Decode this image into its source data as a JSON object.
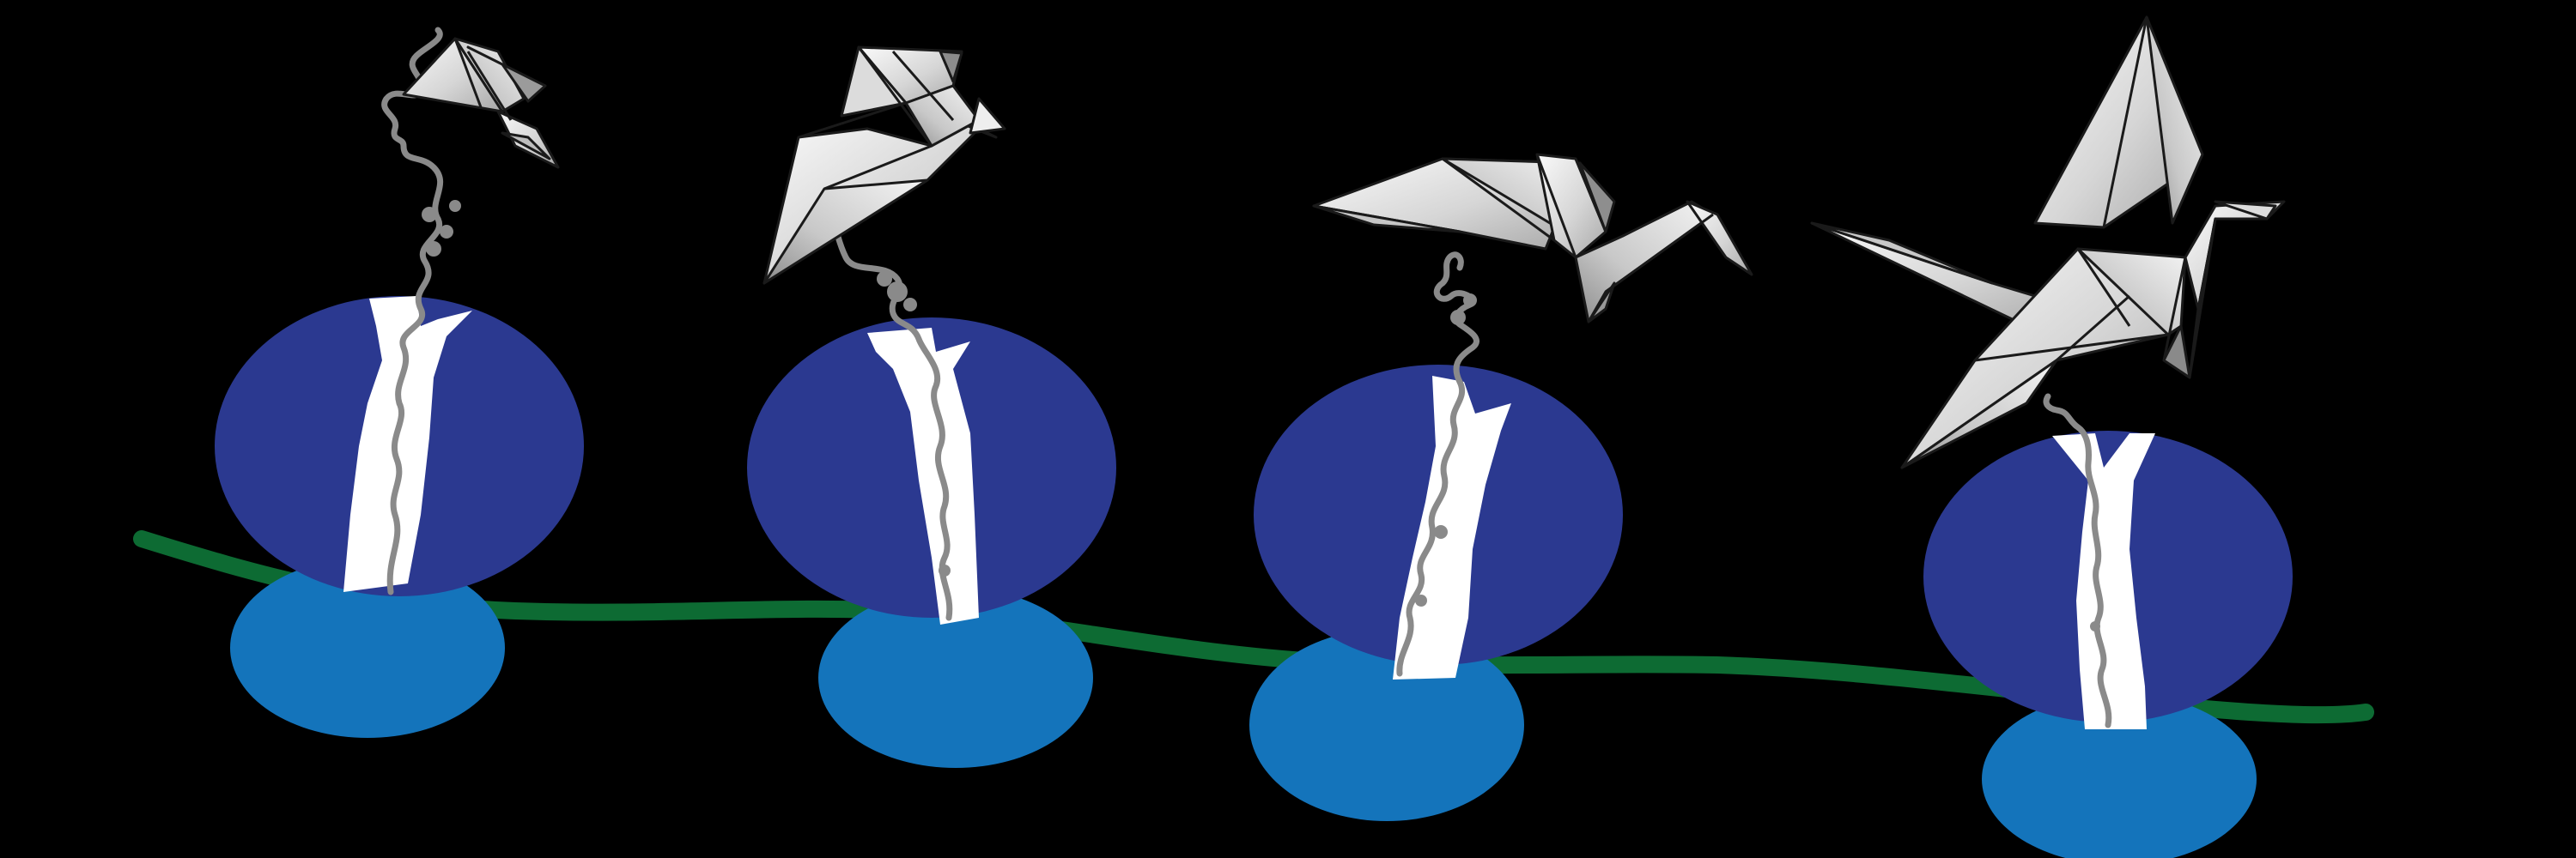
{
  "title": "",
  "colors": {
    "background": "#000000",
    "mrna_strand": "#0d6b33",
    "large_subunit": "#2b3990",
    "small_subunit": "#1474bb",
    "exit_tunnel": "#ffffff",
    "nascent_chain": "#8a8a8a",
    "origami_light": "#f0f0f0",
    "origami_mid": "#cfcfcf",
    "origami_dark": "#9a9a9a",
    "origami_edge": "#1a1a1a"
  },
  "diagram": {
    "description_hidden": true,
    "ribosome_count": 4,
    "origami_stages": [
      "small-fold",
      "bird",
      "flying-bird",
      "crane"
    ]
  }
}
